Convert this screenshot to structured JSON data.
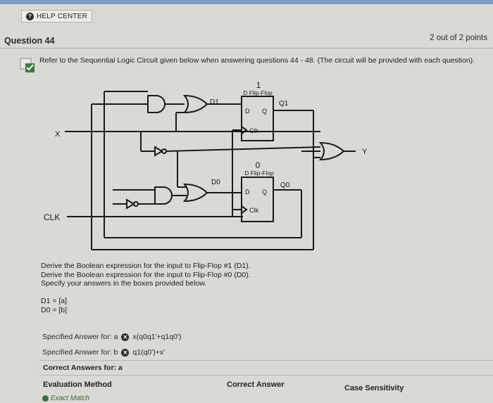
{
  "header": {
    "help_center": "HELP CENTER"
  },
  "question": {
    "title": "Question 44",
    "points": "2 out of 2 points",
    "prompt": "Refer to the Sequential Logic Circuit given below when answering questions 44 - 48. (The circuit will be provided with each question)."
  },
  "circuit": {
    "ff1_number": "1",
    "ff1_title": "D Flip-Flop",
    "ff0_number": "0",
    "ff0_title": "D Flip-Flop",
    "d_pin": "D",
    "q_pin": "Q",
    "clk_pin": "Clk",
    "d1_label": "D1",
    "d0_label": "D0",
    "q1_label": "Q1",
    "q0_label": "Q0",
    "x_label": "X",
    "y_label": "Y",
    "clk_label": "CLK"
  },
  "instructions": {
    "line1": "Derive the Boolean expression for the input to Flip-Flop #1 (D1).",
    "line2": "Derive the Boolean expression for the input to Flip-Flop #0 (D0).",
    "line3": "Specify your answers in the boxes provided below.",
    "d1": "D1 = [a]",
    "d0": "D0 = [b]"
  },
  "specified": {
    "a_label": "Specified Answer for: a",
    "a_value": "x(q0q1'+q1q0')",
    "b_label": "Specified Answer for: b",
    "b_value": "q1(q0')+x'"
  },
  "correct": {
    "title": "Correct Answers for: a",
    "col_method": "Evaluation Method",
    "col_answer": "Correct Answer",
    "col_case": "Case Sensitivity",
    "row_method": "Exact Match"
  }
}
